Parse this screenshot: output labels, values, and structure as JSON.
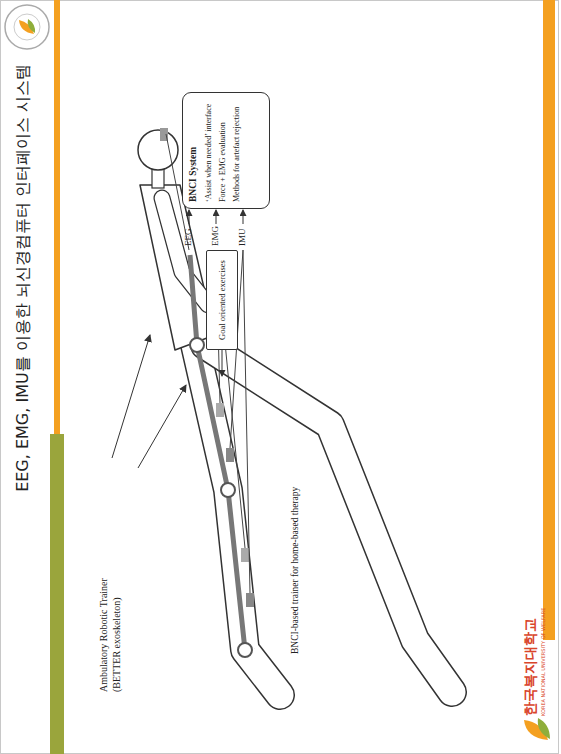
{
  "diagram": {
    "title": "EEG, EMG, IMU를 이용한 뇌신경컴퓨터 인터페이스 시스템",
    "caption": "BNCI-based trainer for home-based therapy",
    "nodes": [
      {
        "text": [
          "BNCI System",
          "‘Assist when needed’ interface",
          "Force + EMG evaluation",
          "Methods for artefact rejection"
        ]
      },
      {
        "text": [
          "Goal oriented exercises"
        ]
      }
    ],
    "labels": [
      "EEG",
      "EMG",
      "IMU",
      "Ambulatory Robotic Trainer (BETTER exoskeleton)",
      "한국복지대학교",
      "KOREA NATIONAL UNIVERSITY OF WELFARE"
    ]
  }
}
